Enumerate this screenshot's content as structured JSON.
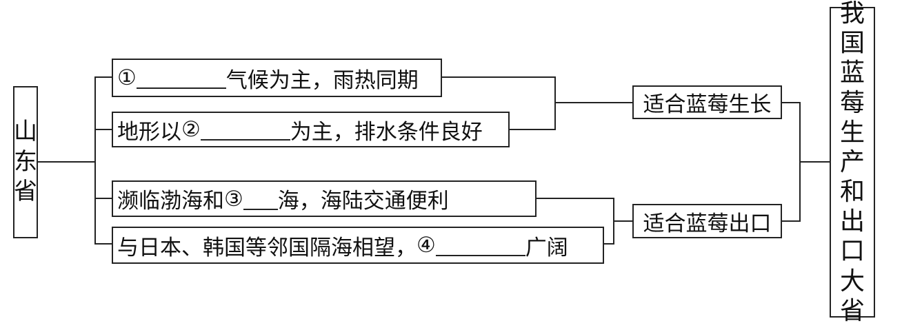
{
  "root": {
    "label": "山东省"
  },
  "factors": [
    {
      "marker": "①",
      "before": "",
      "after": "气候为主，雨热同期"
    },
    {
      "marker": "②",
      "before": "地形以",
      "after": "为主，排水条件良好"
    },
    {
      "marker": "③",
      "before": "濒临渤海和",
      "after": "海，海陆交通便利"
    },
    {
      "marker": "④",
      "before": "与日本、韩国等邻国隔海相望，",
      "after": "广阔"
    }
  ],
  "results": [
    {
      "label": "适合蓝莓生长"
    },
    {
      "label": "适合蓝莓出口"
    }
  ],
  "conclusion": {
    "label": "我国蓝莓生产和出口大省"
  }
}
